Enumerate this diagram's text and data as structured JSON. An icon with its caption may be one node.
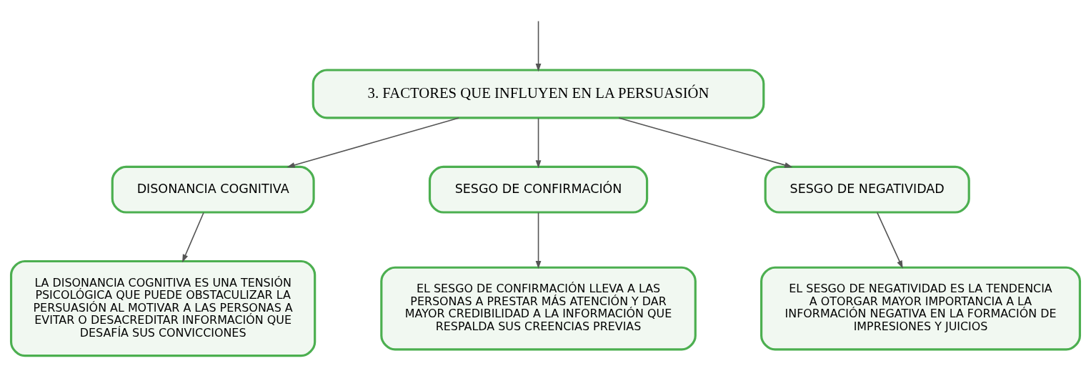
{
  "diagram": {
    "nodes": [
      {
        "text": [
          "3. FACTORES QUE INFLUYEN EN LA PERSUASIÓN"
        ]
      },
      {
        "text": [
          "DISONANCIA COGNITIVA"
        ]
      },
      {
        "text": [
          "SESGO DE CONFIRMACIÓN"
        ]
      },
      {
        "text": [
          "SESGO DE NEGATIVIDAD"
        ]
      },
      {
        "text": [
          "LA DISONANCIA COGNITIVA ES UNA TENSIÓN PSICOLÓGICA QUE PUEDE OBSTACULIZAR LA PERSUASIÓN AL MOTIVAR A LAS PERSONAS A EVITAR O DESACREDITAR INFORMACIÓN QUE DESAFÍA SUS CONVICCIONES"
        ]
      },
      {
        "text": [
          "EL SESGO DE CONFIRMACIÓN LLEVA A LAS PERSONAS A PRESTAR MÁS ATENCIÓN Y DAR MAYOR CREDIBILIDAD A LA INFORMACIÓN QUE RESPALDA SUS CREENCIAS PREVIAS"
        ]
      },
      {
        "text": [
          "EL SESGO DE NEGATIVIDAD ES LA TENDENCIA A OTORGAR MAYOR IMPORTANCIA A LA INFORMACIÓN NEGATIVA EN LA FORMACIÓN DE IMPRESIONES Y JUICIOS"
        ]
      }
    ],
    "edges": [
      {
        "from": null,
        "to": 0,
        "arrow": "to"
      },
      {
        "from": 0,
        "to": 1,
        "arrow": "to"
      },
      {
        "from": 0,
        "to": 2,
        "arrow": "to"
      },
      {
        "from": 0,
        "to": 3,
        "arrow": "to"
      },
      {
        "from": 1,
        "to": 4,
        "arrow": "to"
      },
      {
        "from": 2,
        "to": 5,
        "arrow": "to"
      },
      {
        "from": 3,
        "to": 6,
        "arrow": "to"
      }
    ]
  }
}
